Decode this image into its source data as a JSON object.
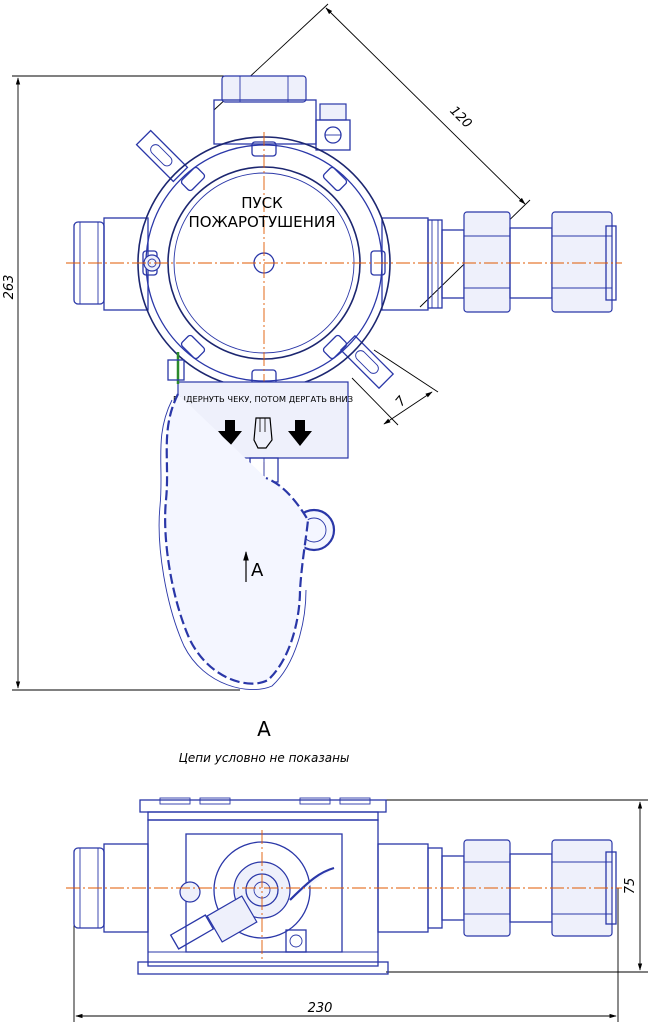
{
  "dimensions": {
    "height_total": "263",
    "diagonal": "120",
    "offset": "7",
    "height_bottom": "75",
    "width_total": "230"
  },
  "panel": {
    "title_line1": "ПУСК",
    "title_line2": "ПОЖАРОТУШЕНИЯ",
    "instruction": "ВЫДЕРНУТЬ ЧЕКУ, ПОТОМ ДЕРГАТЬ ВНИЗ"
  },
  "view": {
    "arrow_label": "А",
    "section_title": "А",
    "section_note": "Цепи условно не показаны"
  },
  "colors": {
    "outline": "#2a37a8",
    "axis": "#e05a00",
    "dimension": "#000000"
  }
}
